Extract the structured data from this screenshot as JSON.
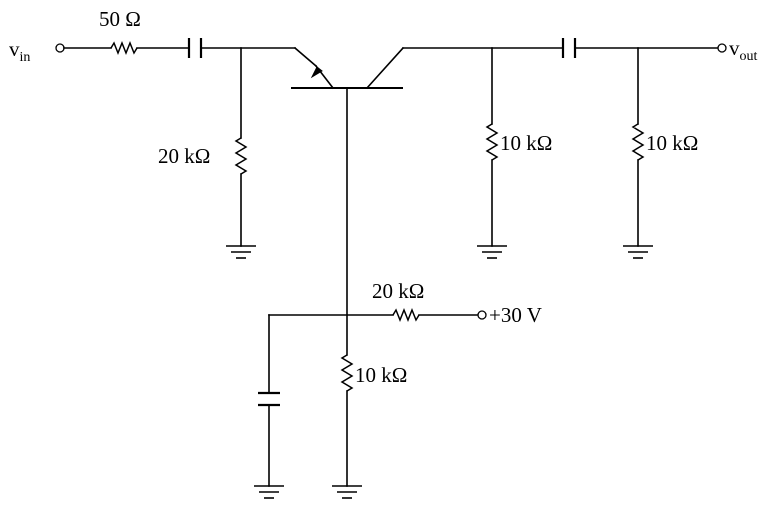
{
  "labels": {
    "vin_main": "v",
    "vin_sub": "in",
    "vout_main": "v",
    "vout_sub": "out",
    "r_input": "50 Ω",
    "r_emitter": "20 kΩ",
    "r_collector": "10 kΩ",
    "r_load": "10 kΩ",
    "r_bias_top": "20 kΩ",
    "r_bias_bottom": "10 kΩ",
    "supply": "+30 V"
  }
}
